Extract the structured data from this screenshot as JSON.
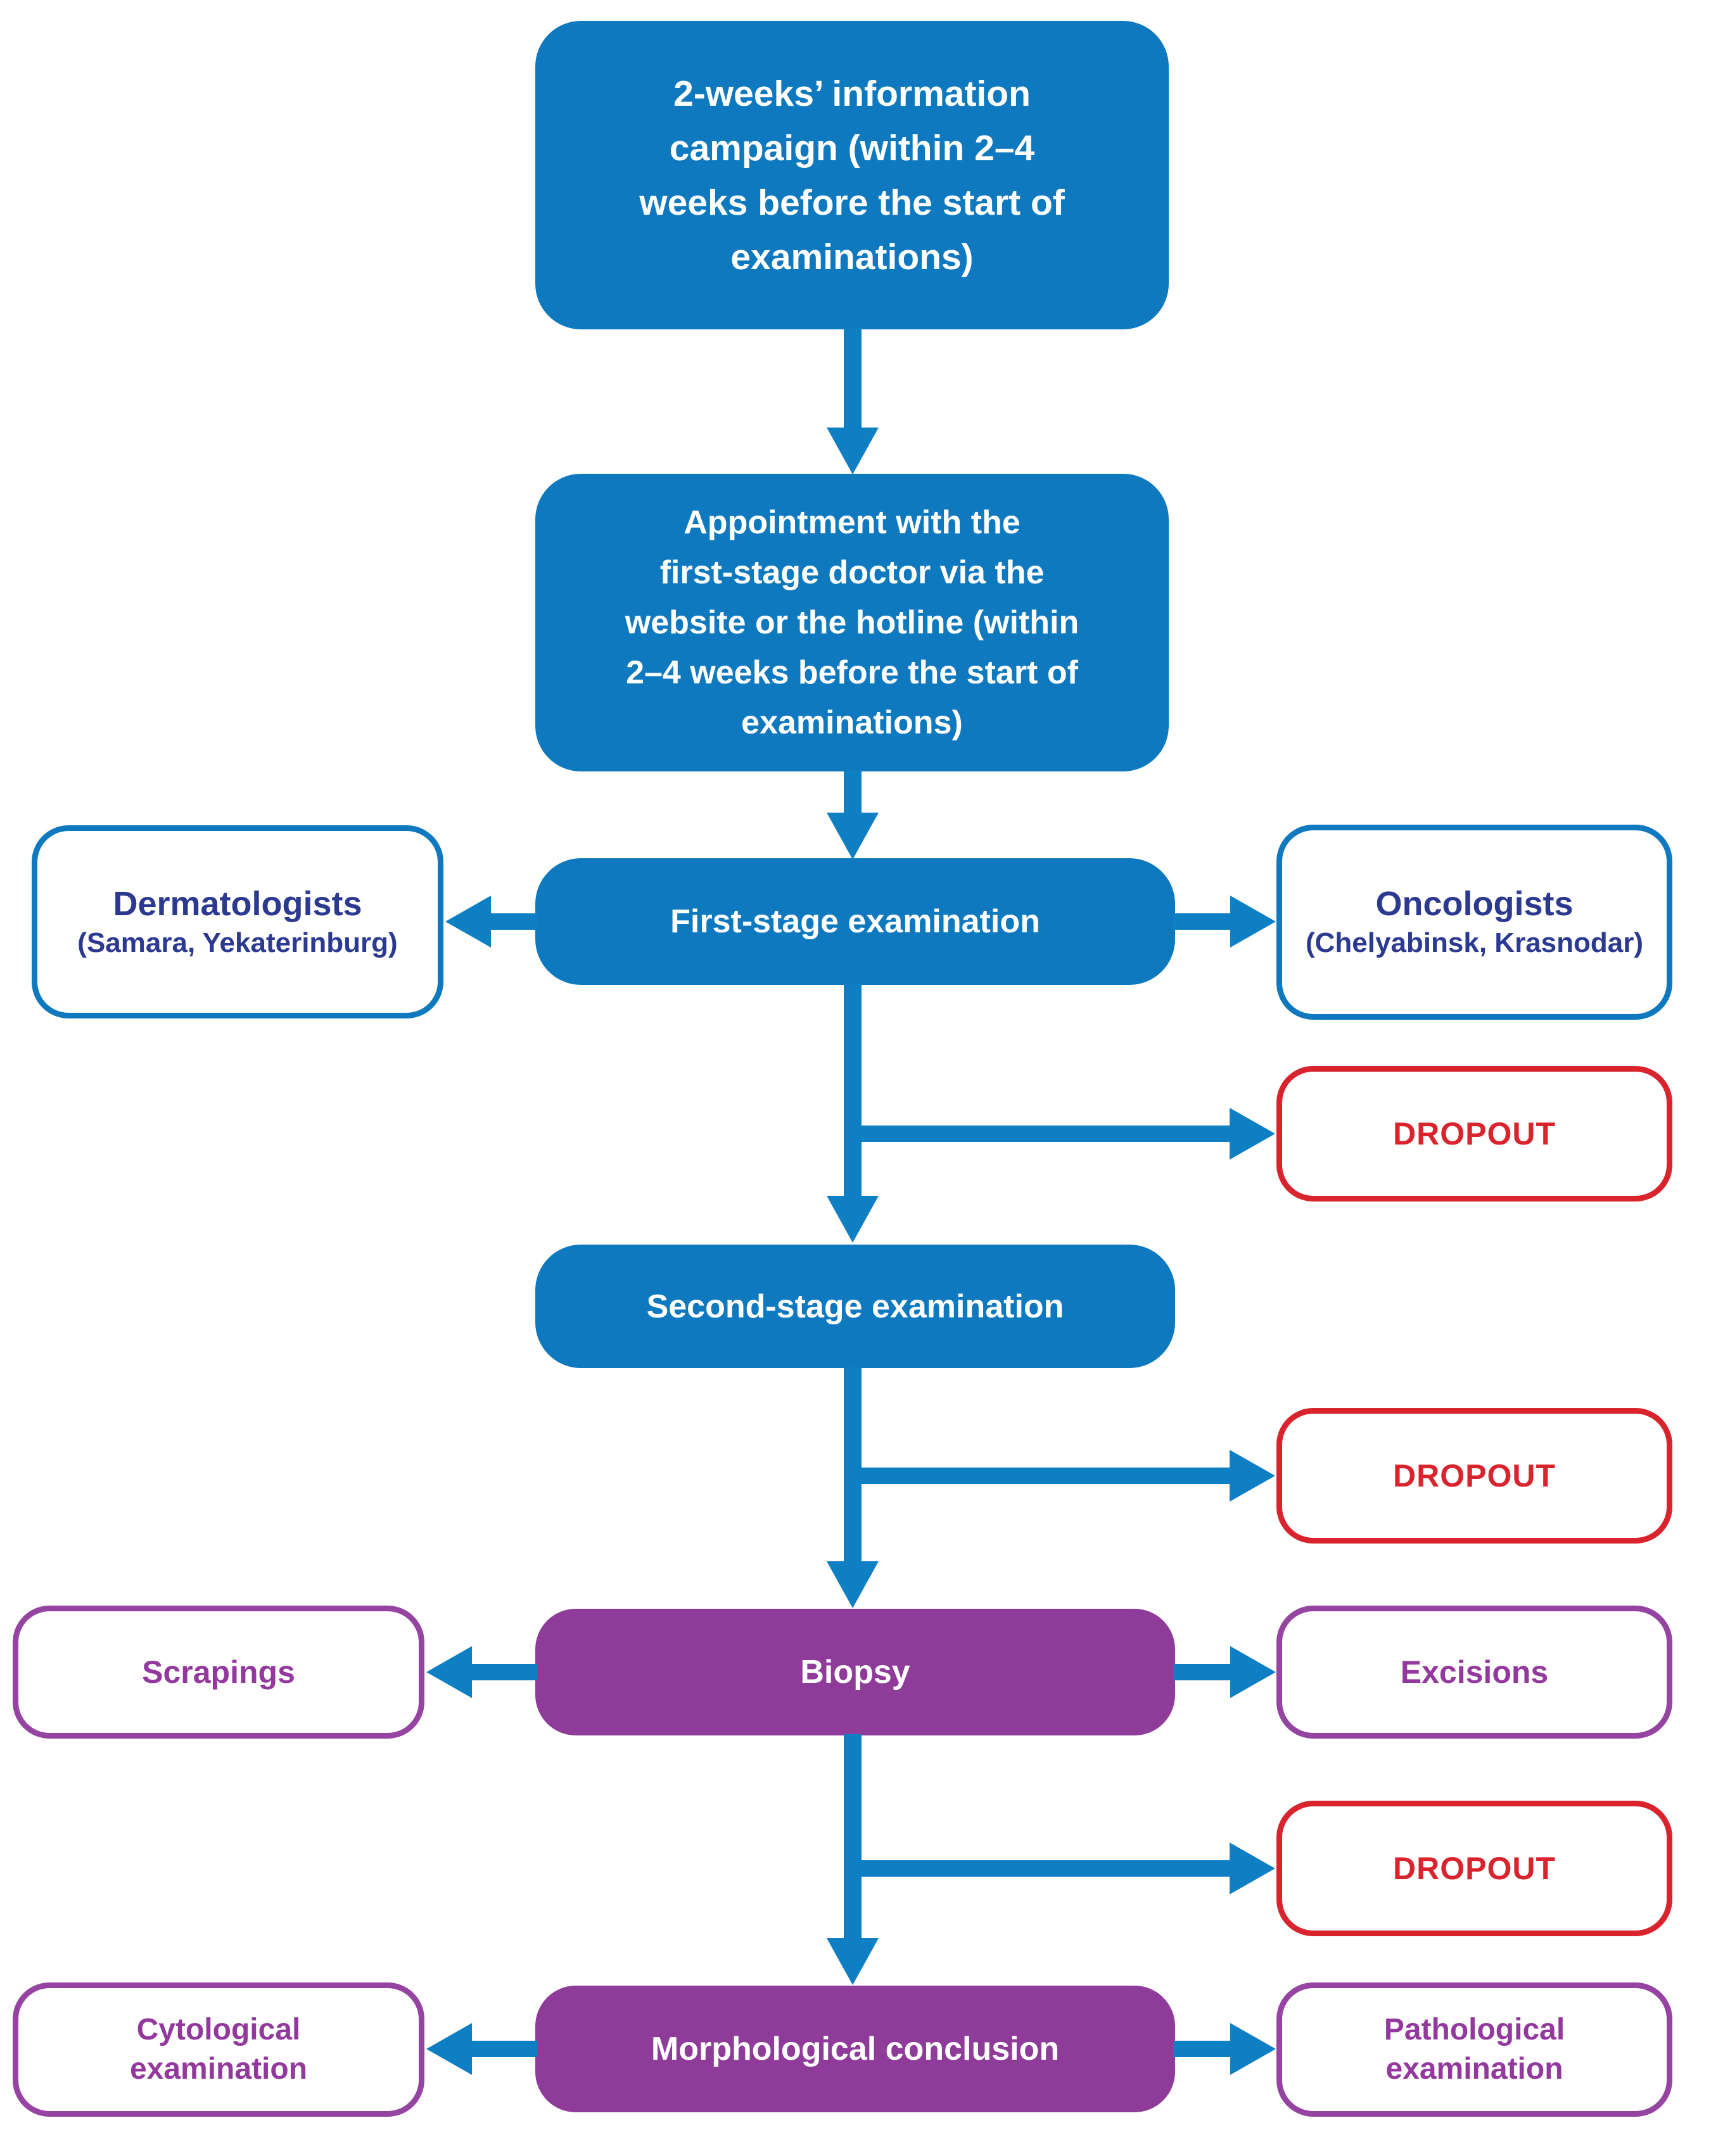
{
  "colors": {
    "blue": "#0e79be",
    "arrow": "#0f7fc4",
    "navy": "#2b3990",
    "red": "#d9242e",
    "purple": "#8e3b99",
    "purple_border": "#9544a1",
    "purple_text": "#93399e"
  },
  "nodes": {
    "campaign": {
      "label": "2-weeks’ information\ncampaign (within 2–4\nweeks before the start of\nexaminations)"
    },
    "appointment": {
      "label": "Appointment with the\nfirst-stage doctor via the\nwebsite or the hotline (within\n2–4 weeks before the start of\nexaminations)"
    },
    "first_stage": {
      "label": "First-stage examination"
    },
    "dermatologists": {
      "title": "Dermatologists",
      "subtitle": "(Samara, Yekaterinburg)"
    },
    "oncologists": {
      "title": "Oncologists",
      "subtitle": "(Chelyabinsk, Krasnodar)"
    },
    "dropout1": {
      "label": "DROPOUT"
    },
    "second_stage": {
      "label": "Second-stage examination"
    },
    "dropout2": {
      "label": "DROPOUT"
    },
    "biopsy": {
      "label": "Biopsy"
    },
    "scrapings": {
      "label": "Scrapings"
    },
    "excisions": {
      "label": "Excisions"
    },
    "dropout3": {
      "label": "DROPOUT"
    },
    "morphological": {
      "label": "Morphological conclusion"
    },
    "cytological": {
      "label": "Cytological\nexamination"
    },
    "pathological": {
      "label": "Pathological\nexamination"
    }
  }
}
